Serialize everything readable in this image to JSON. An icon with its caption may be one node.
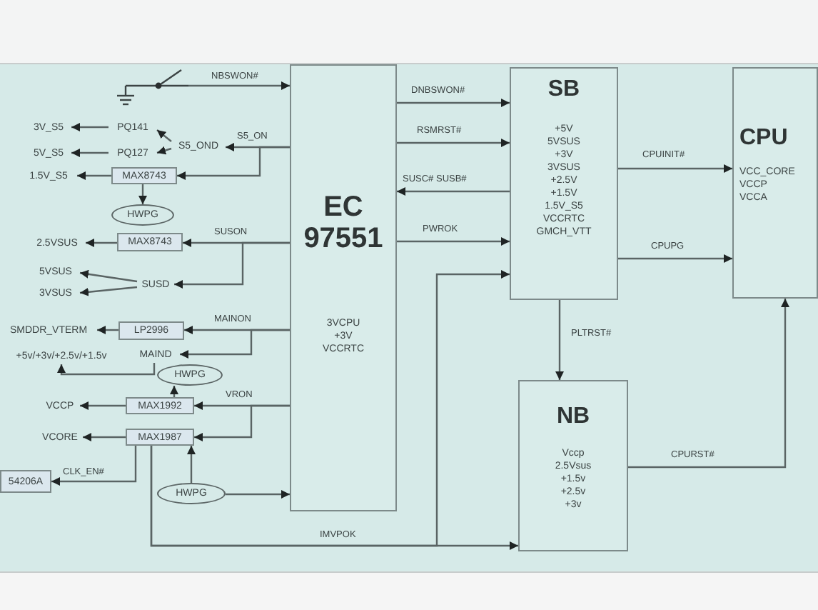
{
  "diagram": {
    "nodes": [
      {
        "text": [
          "EC 97551",
          "3VCPU +3V VCCRTC"
        ]
      },
      {
        "text": [
          "SB",
          "+5V 5VSUS +3V 3VSUS +2.5V +1.5V 1.5V_S5 VCCRTC GMCH_VTT"
        ]
      },
      {
        "text": [
          "CPU",
          "VCC_CORE VCCP VCCA"
        ]
      },
      {
        "text": [
          "NB",
          "Vccp 2.5Vsus +1.5v +2.5v +3v"
        ]
      },
      {
        "text": [],
        "shape": "switch"
      },
      {
        "text": [
          "PQ141"
        ]
      },
      {
        "text": [
          "PQ127"
        ]
      },
      {
        "text": [
          "MAX8743"
        ]
      },
      {
        "text": [
          "HWPG"
        ]
      },
      {
        "text": [
          "MAX8743"
        ]
      },
      {
        "text": [
          "SUSD"
        ]
      },
      {
        "text": [
          "LP2996"
        ]
      },
      {
        "text": [
          "MAIND"
        ]
      },
      {
        "text": [
          "HWPG"
        ]
      },
      {
        "text": [
          "MAX1992"
        ]
      },
      {
        "text": [
          "MAX1987"
        ]
      },
      {
        "text": [
          "54206A"
        ]
      },
      {
        "text": [
          "HWPG"
        ]
      },
      {
        "text": [
          "3V_S5"
        ]
      },
      {
        "text": [
          "5V_S5"
        ]
      },
      {
        "text": [
          "1.5V_S5"
        ]
      },
      {
        "text": [
          "2.5VSUS"
        ]
      },
      {
        "text": [
          "5VSUS"
        ]
      },
      {
        "text": [
          "3VSUS"
        ]
      },
      {
        "text": [
          "SMDDR_VTERM"
        ]
      },
      {
        "text": [
          "+5v/+3v/+2.5v/+1.5v"
        ]
      },
      {
        "text": [
          "VCCP"
        ]
      },
      {
        "text": [
          "VCORE"
        ]
      },
      {
        "text": [
          "S5_OND"
        ]
      }
    ],
    "edges": [
      {
        "from": 4,
        "to": 0,
        "arrow": "to",
        "label": "NBSWON#"
      },
      {
        "from": 0,
        "to": 28,
        "arrow": "to",
        "label": "S5_ON"
      },
      {
        "from": 0,
        "to": 7,
        "arrow": "to"
      },
      {
        "from": 28,
        "to": 5,
        "arrow": "to"
      },
      {
        "from": 28,
        "to": 6,
        "arrow": "to"
      },
      {
        "from": 5,
        "to": 18,
        "arrow": "to"
      },
      {
        "from": 6,
        "to": 19,
        "arrow": "to"
      },
      {
        "from": 7,
        "to": 20,
        "arrow": "to"
      },
      {
        "from": 7,
        "to": 8,
        "arrow": "to"
      },
      {
        "from": 0,
        "to": 9,
        "arrow": "to",
        "label": "SUSON"
      },
      {
        "from": 0,
        "to": 10,
        "arrow": "to"
      },
      {
        "from": 9,
        "to": 21,
        "arrow": "to"
      },
      {
        "from": 10,
        "to": 22,
        "arrow": "to"
      },
      {
        "from": 10,
        "to": 23,
        "arrow": "to"
      },
      {
        "from": 0,
        "to": 11,
        "arrow": "to",
        "label": "MAINON"
      },
      {
        "from": 0,
        "to": 12,
        "arrow": "to"
      },
      {
        "from": 11,
        "to": 24,
        "arrow": "to"
      },
      {
        "from": 12,
        "to": 25,
        "arrow": "to"
      },
      {
        "from": 14,
        "to": 13,
        "arrow": "to"
      },
      {
        "from": 0,
        "to": 14,
        "arrow": "to",
        "label": "VRON"
      },
      {
        "from": 0,
        "to": 15,
        "arrow": "to"
      },
      {
        "from": 14,
        "to": 26,
        "arrow": "to"
      },
      {
        "from": 15,
        "to": 27,
        "arrow": "to"
      },
      {
        "from": 15,
        "to": 16,
        "arrow": "to",
        "label": "CLK_EN#"
      },
      {
        "from": 17,
        "to": 15,
        "arrow": "to"
      },
      {
        "from": 17,
        "to": 0,
        "arrow": "to"
      },
      {
        "from": 15,
        "to": 3,
        "arrow": "to",
        "label": "IMVPOK"
      },
      {
        "from": 15,
        "to": 1,
        "arrow": "to"
      },
      {
        "from": 0,
        "to": 1,
        "arrow": "to",
        "label": "DNBSWON#"
      },
      {
        "from": 0,
        "to": 1,
        "arrow": "to",
        "label": "RSMRST#"
      },
      {
        "from": 1,
        "to": 0,
        "arrow": "to",
        "label": "SUSC# SUSB#"
      },
      {
        "from": 0,
        "to": 1,
        "arrow": "to",
        "label": "PWROK"
      },
      {
        "from": 1,
        "to": 2,
        "arrow": "to",
        "label": "CPUINIT#"
      },
      {
        "from": 1,
        "to": 2,
        "arrow": "to",
        "label": "CPUPG"
      },
      {
        "from": 1,
        "to": 3,
        "arrow": "to",
        "label": "PLTRST#"
      },
      {
        "from": 3,
        "to": 2,
        "arrow": "to",
        "label": "CPURST#"
      }
    ]
  }
}
